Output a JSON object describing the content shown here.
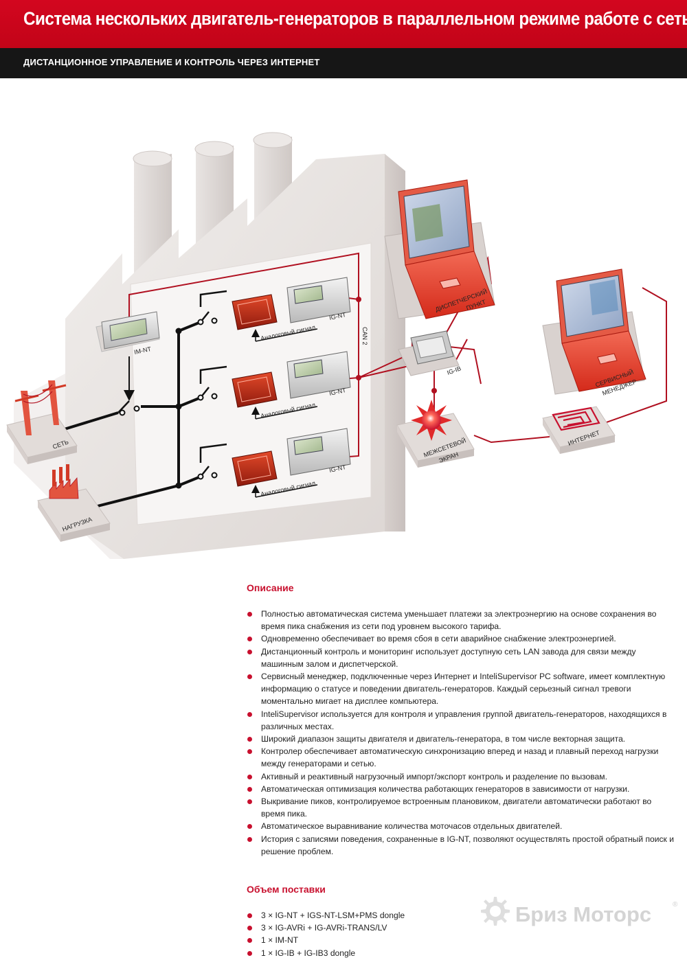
{
  "header": {
    "title": "Система нескольких двигатель-генераторов в параллельном режиме работе с сетью",
    "subtitle": "ДИСТАНЦИОННОЕ УПРАВЛЕНИЕ И КОНТРОЛЬ ЧЕРЕЗ ИНТЕРНЕТ"
  },
  "diagram": {
    "im_nt": "IM-NT",
    "ig_nt": "IG-NT",
    "ig_ib": "IG-IB",
    "can2": "CAN 2",
    "analog_signal": "Аналоговый сигнал",
    "grid": "СЕТЬ",
    "load": "НАГРУЗКА",
    "dispatch_1": "ДИСПЕТЧЕРСКИЙ",
    "dispatch_2": "ПУНКТ",
    "service_1": "СЕРВИСНЫЙ",
    "service_2": "МЕНЕДЖЕР",
    "firewall_1": "МЕЖСЕТЕВОЙ",
    "firewall_2": "ЭКРАН",
    "internet": "ИНТЕРНЕТ"
  },
  "description": {
    "title": "Описание",
    "items": [
      "Полностью автоматическая система уменьшает платежи за электроэнергию на основе сохранения во время  пика снабжения из сети под уровнем высокого тарифа.",
      "Одновременно обеспечивает во время сбоя в сети аварийное снабжение электроэнергией.",
      "Дистанционный контроль и мониторинг использует доступную сеть LAN завода для связи между машинным залом и диспетчерской.",
      "Сервисный менеджер, подключенные через Интернет и  InteliSupervisor PC software, имеет комплектную информацию о статусе и поведении двигатель-генераторов. Каждый серьезный сигнал тревоги моментально мигает на дисплее компьютера.",
      "InteliSupervisor используется для контроля и управления группой двигатель-генераторов, находящихся в различных местах.",
      "Широкий диапазон защиты двигателя и двигатель-генератора, в том числе векторная защита.",
      "Контролер обеспечивает автоматическую синхронизацию вперед и назад и плавный переход нагрузки между генераторами и сетью.",
      "Активный и реактивный нагрузочный импорт/экспорт контроль и разделение по вызовам.",
      "Автоматическая оптимизация количества работающих генераторов в зависимости от нагрузки.",
      "Выкривание  пиков, контролируемое встроенным  плановиком, двигатели автоматически работают во время пика.",
      "Автоматическое выравнивание количества моточасов отдельных двигателей.",
      "История с записями поведения, сохраненные в  IG-NT, позволяют осуществлять простой обратный поиск и решение проблем."
    ]
  },
  "supply": {
    "title": "Объем поставки",
    "items": [
      "3 × IG-NT + IGS-NT-LSM+PMS dongle",
      "3 × IG-AVRi + IG-AVRi-TRANS/LV",
      "1 × IM-NT",
      "1 × IG-IB + IG-IB3 dongle"
    ]
  },
  "watermark": {
    "text": "Бриз Моторс",
    "reg": "®"
  },
  "colors": {
    "brand_red": "#c8102e",
    "header_black": "#161616",
    "wire": "#b01020"
  }
}
